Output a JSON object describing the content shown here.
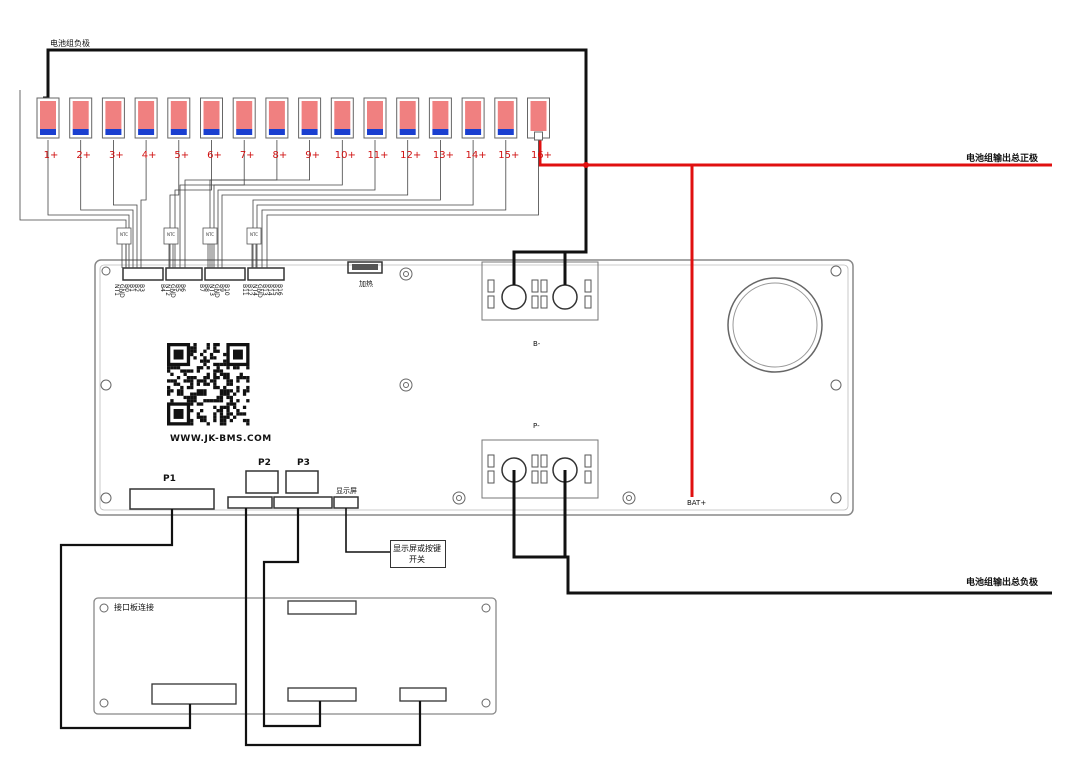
{
  "labels": {
    "pack_negative": "电池组负极",
    "output_positive": "电池组输出总正极",
    "output_negative": "电池组输出总负极",
    "heater": "加热",
    "website": "WWW.JK-BMS.COM",
    "b_minus": "B-",
    "p_minus": "P-",
    "bat_plus": "BAT+",
    "p1": "P1",
    "p2": "P2",
    "p3": "P3",
    "display": "显示屏",
    "switch_line1": "显示屏或按键",
    "switch_line2": "开关",
    "interface_board": "接口板连接"
  },
  "cells": [
    "1+",
    "2+",
    "3+",
    "4+",
    "5+",
    "6+",
    "7+",
    "8+",
    "9+",
    "10+",
    "11+",
    "12+",
    "13+",
    "14+",
    "15+",
    "16+"
  ],
  "ntc_label": "NTC",
  "pin_groups": [
    [
      "NT1",
      "GND",
      "B0",
      "B1",
      "B2",
      "B3"
    ],
    [
      "B4",
      "NT2",
      "GND",
      "B5",
      "B6"
    ],
    [
      "B7",
      "B8",
      "NT3",
      "GND",
      "B9",
      "B10"
    ],
    [
      "B11",
      "B12",
      "NT4",
      "GND",
      "B13",
      "B14",
      "B15",
      "B16"
    ]
  ],
  "colors": {
    "positive_wire": "#e01010",
    "negative_wire": "#111111",
    "cell_fill": "#f08080",
    "cell_terminal": "#1a3fd0",
    "board_stroke": "#888888"
  }
}
